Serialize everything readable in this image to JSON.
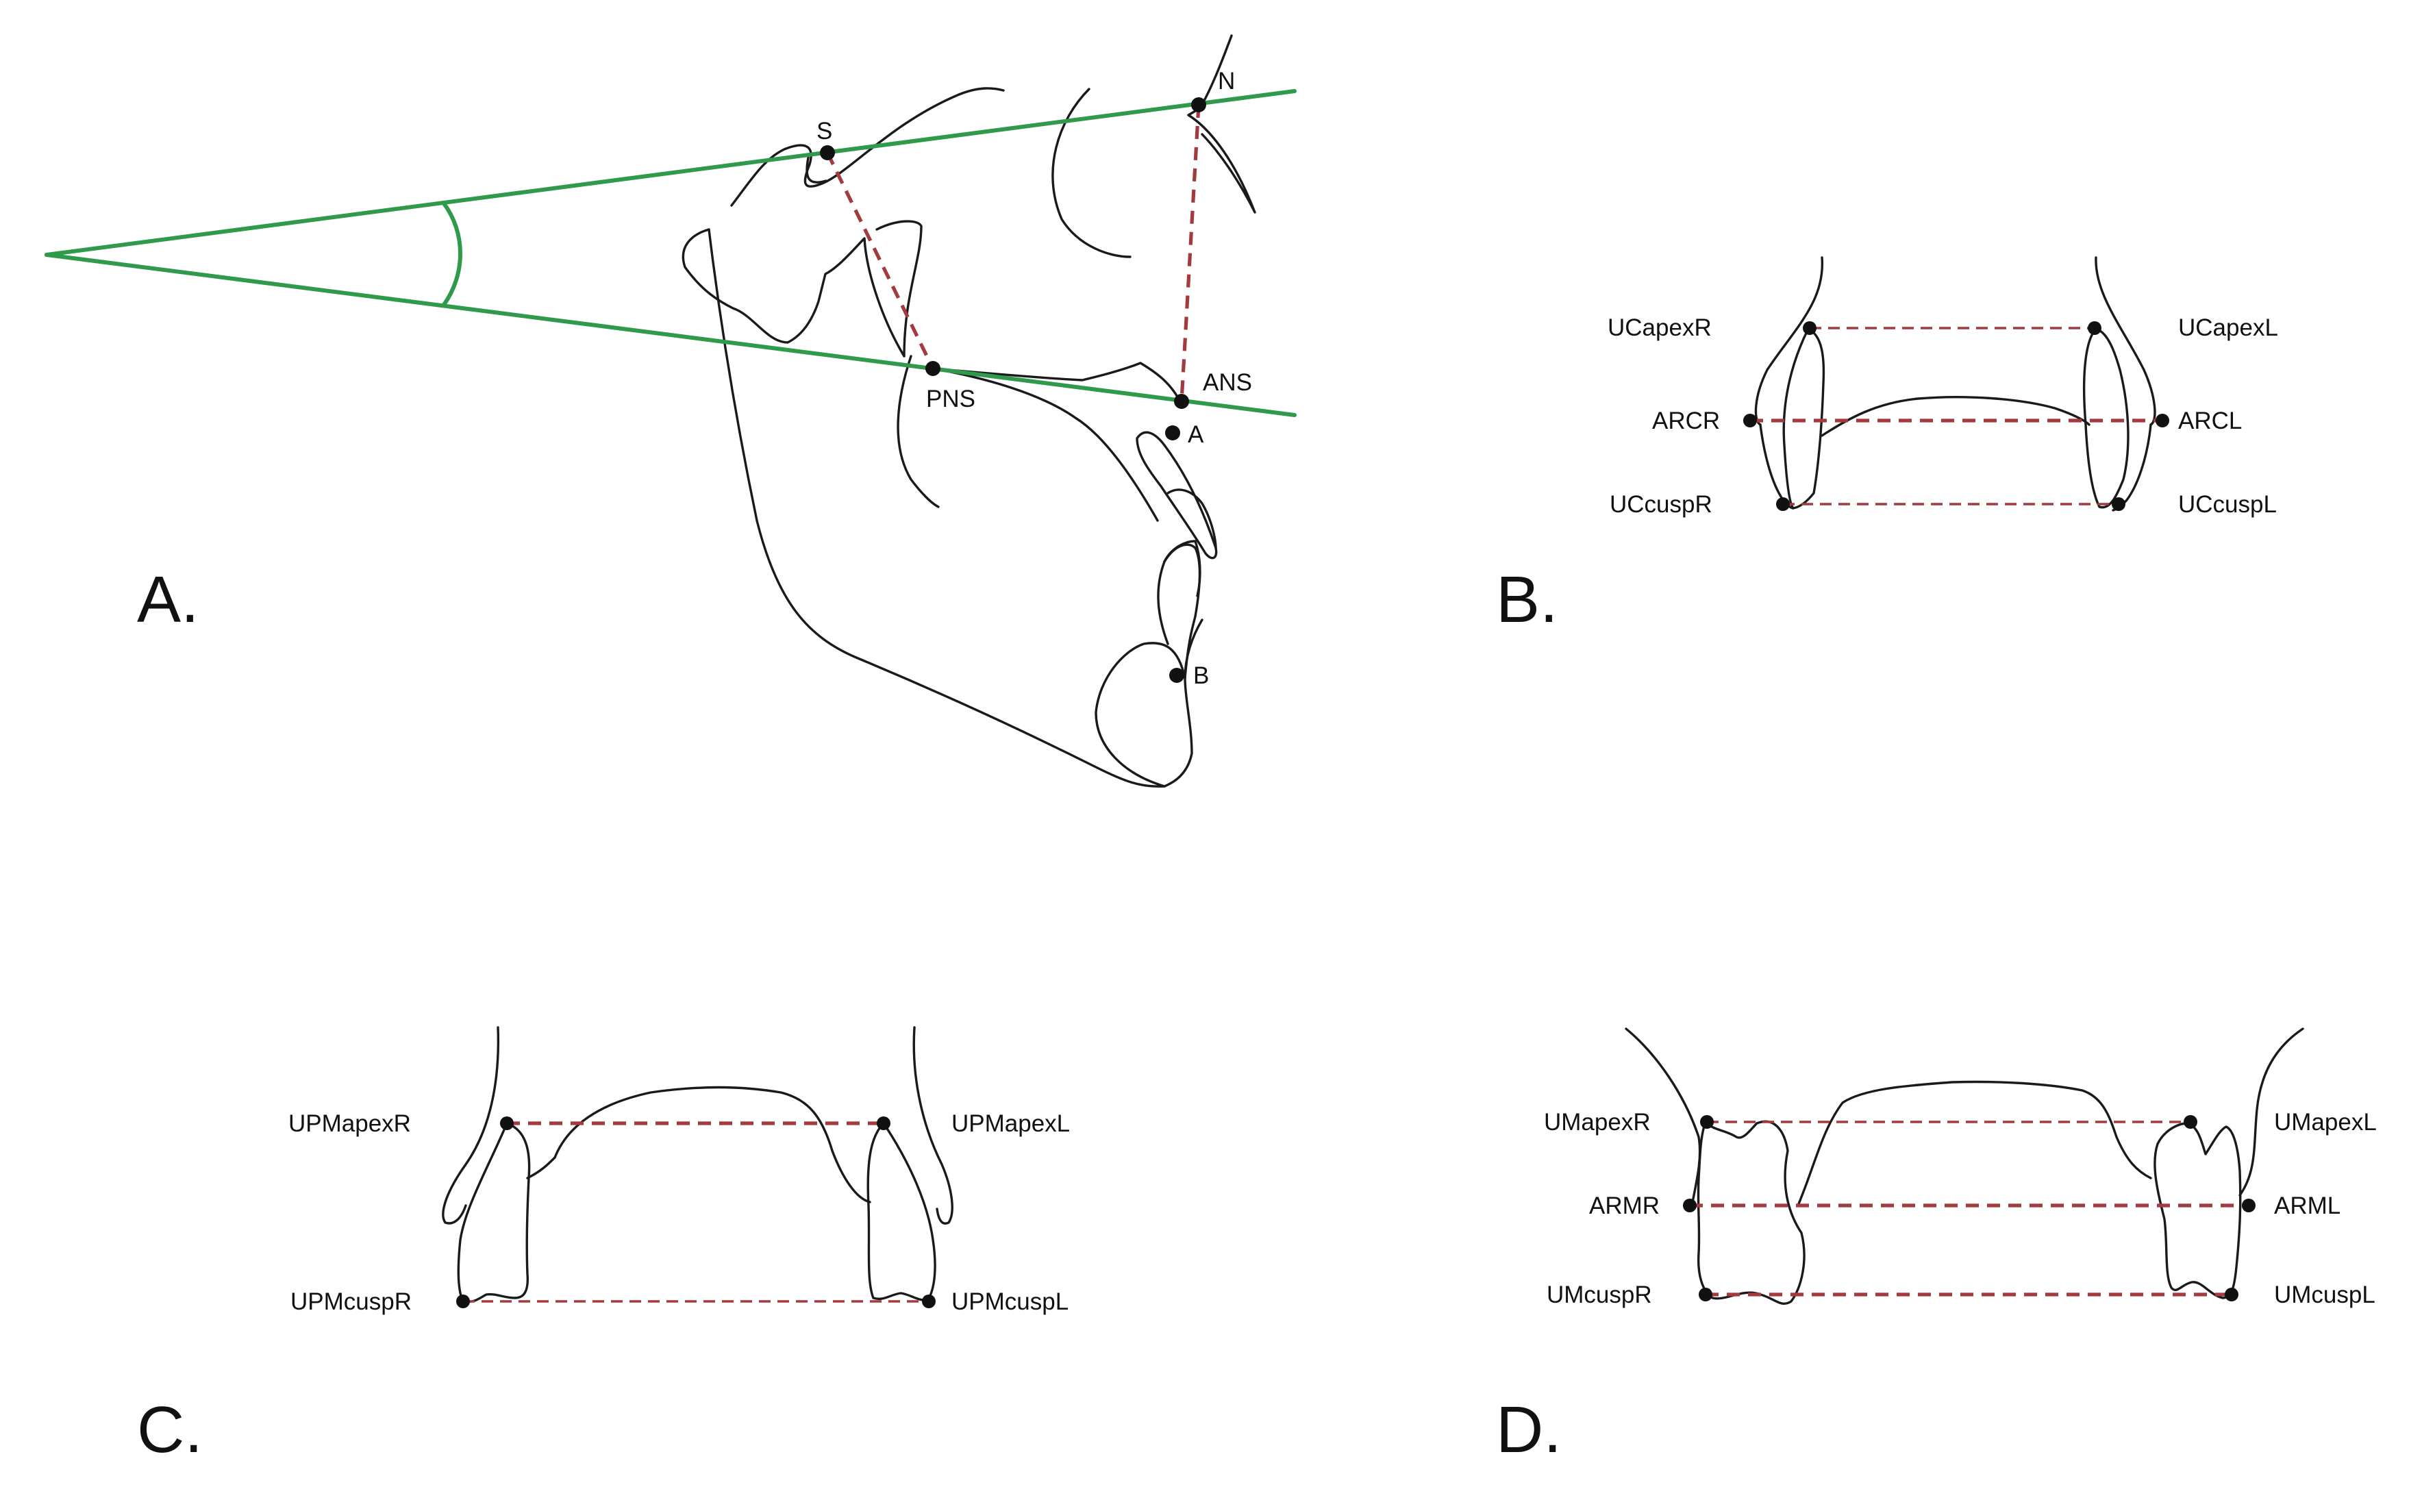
{
  "panels": [
    {
      "id": "A",
      "label": "A."
    },
    {
      "id": "B",
      "label": "B."
    },
    {
      "id": "C",
      "label": "C."
    },
    {
      "id": "D",
      "label": "D."
    }
  ],
  "panel_a": {
    "landmarks": {
      "S": "S",
      "N": "N",
      "PNS": "PNS",
      "ANS": "ANS",
      "A": "A",
      "B": "B"
    }
  },
  "panel_b": {
    "landmarks": {
      "apex_right": "UCapexR",
      "apex_left": "UCapexL",
      "arc_right": "ARCR",
      "arc_left": "ARCL",
      "cusp_right": "UCcuspR",
      "cusp_left": "UCcuspL"
    }
  },
  "panel_c": {
    "landmarks": {
      "apex_right": "UPMapexR",
      "apex_left": "UPMapexL",
      "cusp_right": "UPMcuspR",
      "cusp_left": "UPMcuspL"
    }
  },
  "panel_d": {
    "landmarks": {
      "apex_right": "UMapexR",
      "apex_left": "UMapexL",
      "arm_right": "ARMR",
      "arm_left": "ARML",
      "cusp_right": "UMcuspR",
      "cusp_left": "UMcuspL"
    }
  },
  "colors": {
    "reference_line": "#2f9a4a",
    "measurement_line": "#a33a3e",
    "outline": "#1a1a1a"
  }
}
